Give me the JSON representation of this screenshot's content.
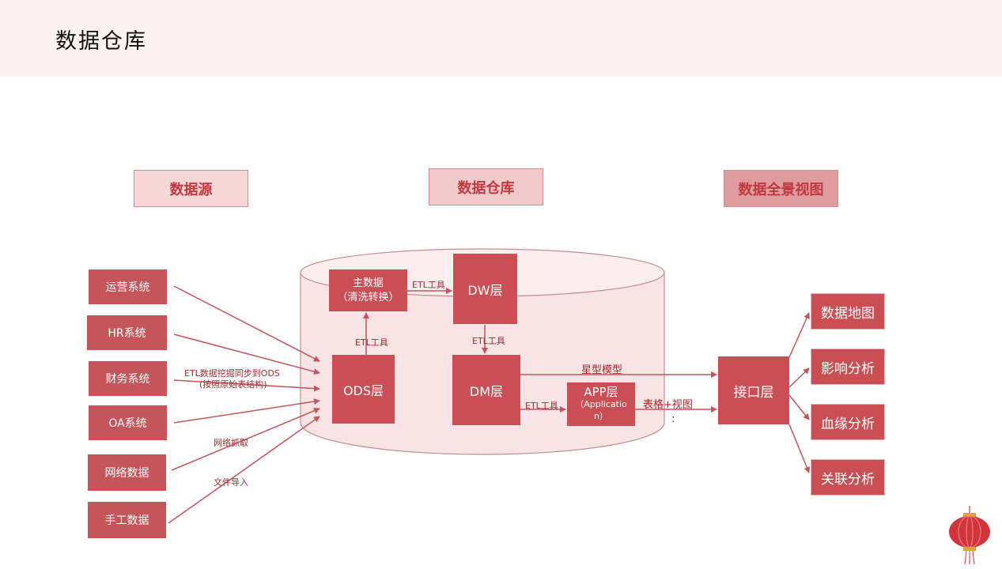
{
  "page": {
    "title": "数据仓库"
  },
  "categories": {
    "source": "数据源",
    "warehouse": "数据仓库",
    "panorama": "数据全景视图"
  },
  "sources": [
    "运营系统",
    "HR系统",
    "财务系统",
    "OA系统",
    "网络数据",
    "手工数据"
  ],
  "warehouse": {
    "master_data_line1": "主数据",
    "master_data_line2": "（清洗转换）",
    "dw": "DW层",
    "ods": "ODS层",
    "dm": "DM层",
    "app_line1": "APP层",
    "app_line2": "（Applicatio",
    "app_line3": "n）"
  },
  "interface": "接口层",
  "outputs": [
    "数据地图",
    "影响分析",
    "血缘分析",
    "关联分析"
  ],
  "edge_labels": {
    "etl_sync_line1": "ETL数据挖掘同步到ODS",
    "etl_sync_line2": "(按照原始表结构)",
    "crawl": "网络抓取",
    "file_import": "文件导入",
    "etl_master_dw": "ETL工具",
    "etl_ods_master": "ETL工具",
    "etl_dw_dm": "ETL工具",
    "etl_dm_app": "ETL工具",
    "star_model": "星型模型",
    "table_view": "表格+视图",
    "colon_mark": ":"
  },
  "colors": {
    "accent": "#c94f55",
    "arrow": "#c4545a",
    "cylinder": "#f7e4e4",
    "header_bg": "#fcf1f1"
  }
}
